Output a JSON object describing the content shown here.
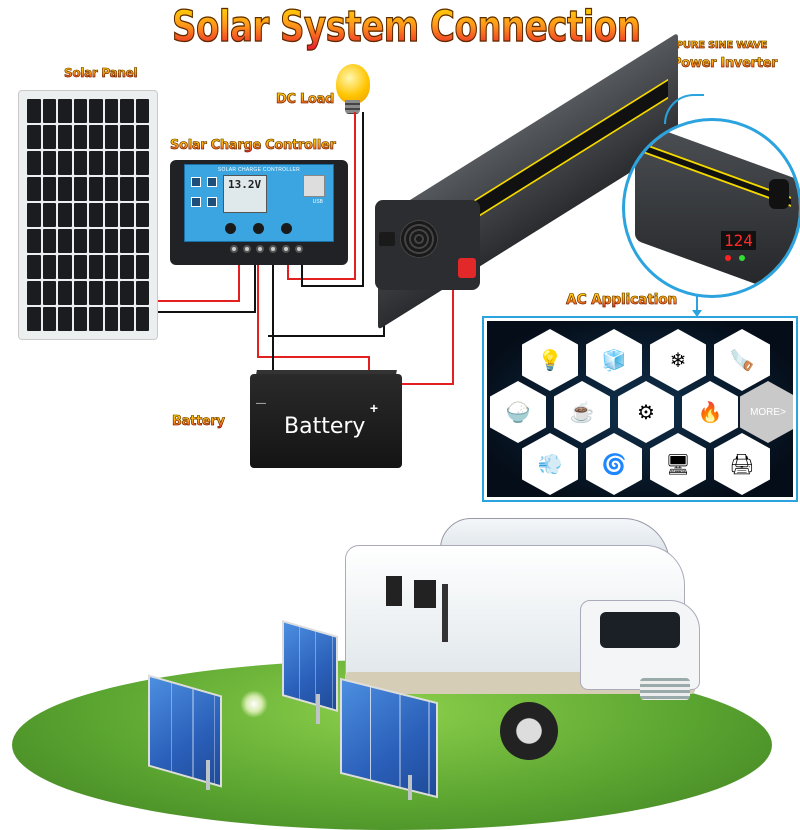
{
  "title": "Solar  System Connection",
  "labels": {
    "solar_panel": "Solar Panel",
    "dc_load": "DC Load",
    "charge_controller": "Solar Charge Controller",
    "inverter_line1": "PURE SINE WAVE",
    "inverter_line2": "Power  Inverter",
    "ac_application": "AC Application",
    "battery_label": "Battery"
  },
  "controller": {
    "header": "SOLAR CHARGE CONTROLLER",
    "lcd_value": "13.2V",
    "usb_label": "USB"
  },
  "battery": {
    "text": "Battery",
    "plus": "+",
    "minus": "—"
  },
  "inverter_zoom": {
    "display_value": "124"
  },
  "ac_application": {
    "items": [
      {
        "name": "light-bulbs",
        "glyph": "💡"
      },
      {
        "name": "refrigerator",
        "glyph": "🧊"
      },
      {
        "name": "air-conditioner",
        "glyph": "❄"
      },
      {
        "name": "chainsaw",
        "glyph": "🪚"
      },
      {
        "name": "rice-cooker",
        "glyph": "🍚"
      },
      {
        "name": "electric-kettle",
        "glyph": "☕"
      },
      {
        "name": "water-pump",
        "glyph": "⚙"
      },
      {
        "name": "induction-cooker",
        "glyph": "🔥"
      },
      {
        "name": "more",
        "glyph": "MORE>"
      },
      {
        "name": "hair-dryer",
        "glyph": "💨"
      },
      {
        "name": "electric-fan",
        "glyph": "🌀"
      },
      {
        "name": "computer",
        "glyph": "🖥"
      },
      {
        "name": "printer",
        "glyph": "🖨"
      }
    ],
    "more_label": "MORE>"
  },
  "colors": {
    "accent_blue": "#2ba3de",
    "wire_red": "#e32020",
    "wire_black": "#111111",
    "controller_blue": "#3aa5e0"
  }
}
